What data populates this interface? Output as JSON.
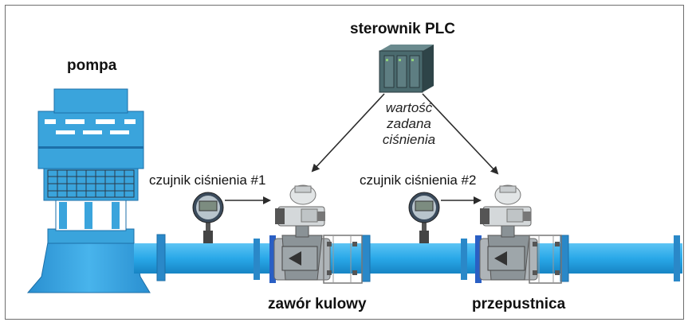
{
  "labels": {
    "pump": "pompa",
    "plc": "sterownik PLC",
    "setpoint_line1": "wartość",
    "setpoint_line2": "zadana",
    "setpoint_line3": "ciśnienia",
    "sensor1": "czujnik ciśnienia #1",
    "sensor2": "czujnik ciśnienia #2",
    "ball_valve": "zawór kulowy",
    "throttle": "przepustnica"
  },
  "colors": {
    "pipe": "#29a8e8",
    "pipe_dark": "#1784c4",
    "pump_body": "#3aa4dc",
    "flange": "#2a5fc4",
    "valve_gray": "#aeb4b8",
    "plc": "#4a6a6e",
    "arrow": "#2b2b2b"
  }
}
